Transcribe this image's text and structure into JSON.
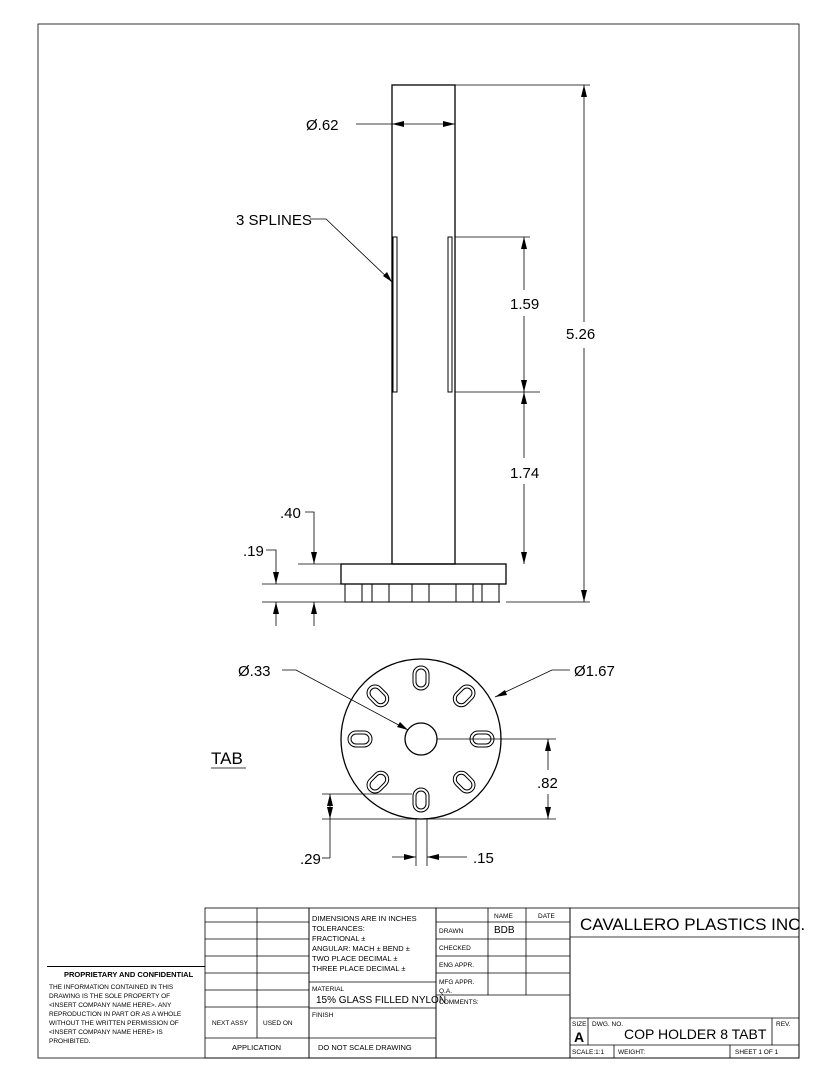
{
  "dimensions": {
    "shaft_diameter": "Ø.62",
    "splines": "3 SPLINES",
    "spline_length": "1.59",
    "overall_height": "5.26",
    "lower_shaft_length": "1.74",
    "base_height": ".40",
    "base_thickness": ".19",
    "hole_diameter": "Ø.33",
    "base_diameter": "Ø1.67",
    "tab_offset": ".82",
    "tab_depth": ".29",
    "tab_width": ".15"
  },
  "view_label": "TAB",
  "proprietary": {
    "title": "PROPRIETARY AND CONFIDENTIAL",
    "lines": [
      "THE INFORMATION CONTAINED IN THIS",
      "DRAWING IS THE SOLE PROPERTY OF",
      "<INSERT COMPANY NAME HERE>. ANY",
      "REPRODUCTION IN PART OR AS A WHOLE",
      "WITHOUT THE WRITTEN PERMISSION OF",
      "<INSERT COMPANY NAME HERE> IS",
      "PROHIBITED."
    ]
  },
  "application": {
    "next_assy": "NEXT ASSY",
    "used_on": "USED ON",
    "label": "APPLICATION"
  },
  "tolerances": {
    "lines": [
      "DIMENSIONS ARE IN INCHES",
      "TOLERANCES:",
      "FRACTIONAL ±",
      "ANGULAR: MACH ±    BEND ±",
      "TWO PLACE DECIMAL    ±",
      "THREE PLACE DECIMAL  ±"
    ],
    "material_label": "MATERIAL",
    "material": "15% GLASS FILLED NYLON",
    "finish_label": "FINISH",
    "do_not_scale": "DO NOT SCALE DRAWING"
  },
  "approvals": {
    "name_header": "NAME",
    "date_header": "DATE",
    "rows": [
      "DRAWN",
      "CHECKED",
      "ENG APPR.",
      "MFG APPR.",
      "Q.A."
    ],
    "drawn_name": "BDB",
    "comments": "COMMENTS:"
  },
  "title_block": {
    "company": "CAVALLERO PLASTICS INC.",
    "size_label": "SIZE",
    "size": "A",
    "dwg_no_label": "DWG.  NO.",
    "dwg_no": "COP HOLDER 8 TABT",
    "rev_label": "REV.",
    "scale": "SCALE:1:1",
    "weight": "WEIGHT:",
    "sheet": "SHEET 1 OF 1"
  }
}
